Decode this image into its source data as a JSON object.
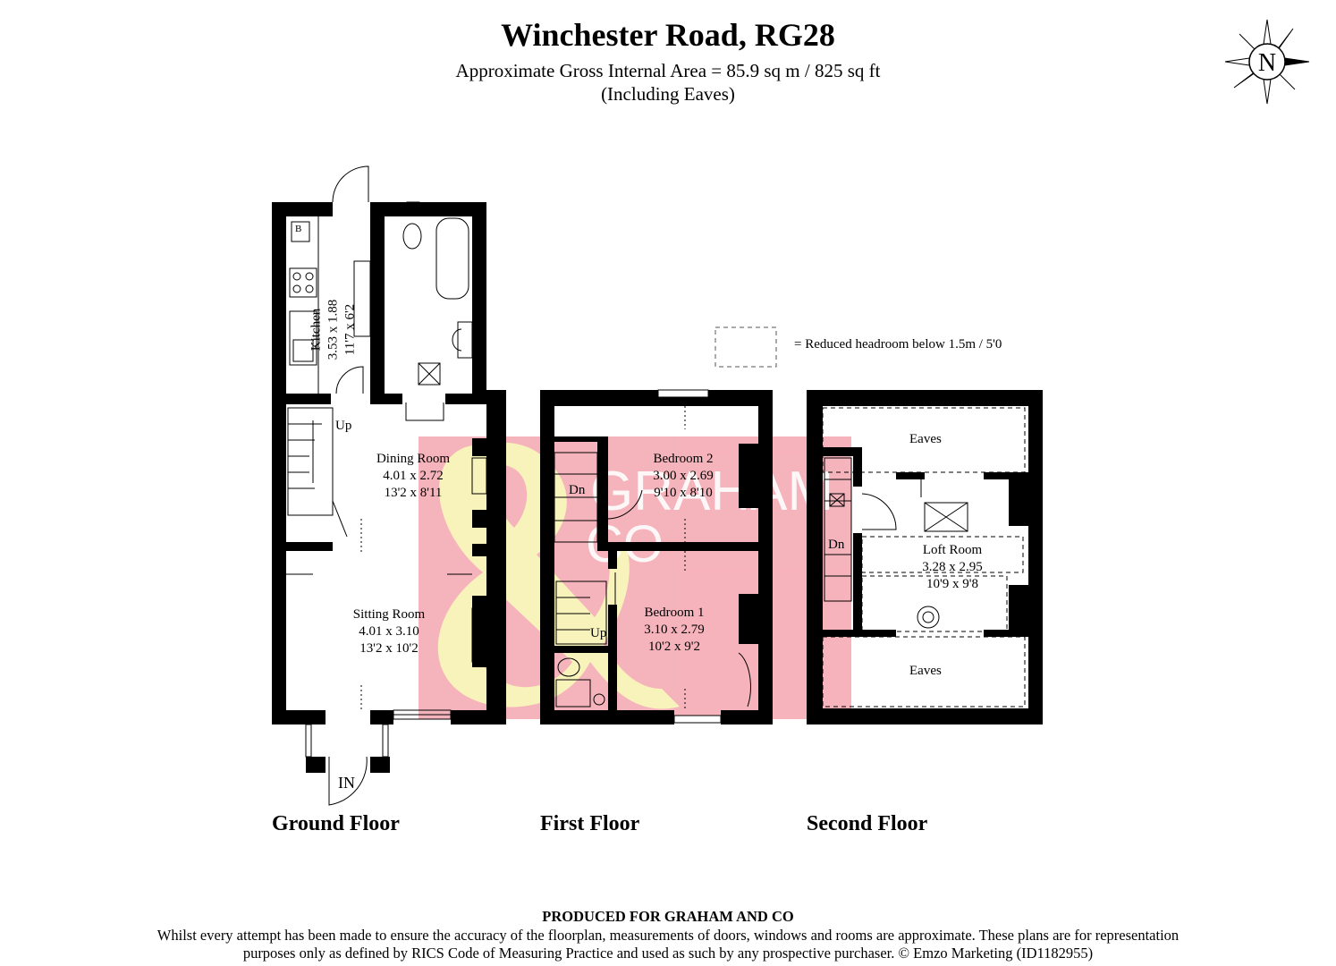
{
  "header": {
    "title": "Winchester Road, RG28",
    "area_line": "Approximate Gross Internal Area = 85.9 sq m / 825 sq ft",
    "area_note": "(Including Eaves)"
  },
  "compass": {
    "label": "N",
    "icon": "north-compass-icon"
  },
  "legend": {
    "text": "=   Reduced headroom below 1.5m / 5'0"
  },
  "floors": {
    "ground": {
      "label": "Ground Floor",
      "kitchen": {
        "name": "Kitchen",
        "metric": "3.53 x 1.88",
        "imperial": "11'7 x 6'2"
      },
      "dining": {
        "name": "Dining Room",
        "metric": "4.01 x 2.72",
        "imperial": "13'2 x 8'11"
      },
      "sitting": {
        "name": "Sitting Room",
        "metric": "4.01 x 3.10",
        "imperial": "13'2 x 10'2"
      },
      "boiler": "B",
      "stairs": "Up",
      "entrance": "IN"
    },
    "first": {
      "label": "First Floor",
      "bedroom2": {
        "name": "Bedroom 2",
        "metric": "3.00 x 2.69",
        "imperial": "9'10 x 8'10"
      },
      "bedroom1": {
        "name": "Bedroom 1",
        "metric": "3.10 x 2.79",
        "imperial": "10'2 x 9'2"
      },
      "stairs_down": "Dn",
      "stairs_up": "Up"
    },
    "second": {
      "label": "Second Floor",
      "eaves_top": "Eaves",
      "eaves_bottom": "Eaves",
      "loft": {
        "name": "Loft Room",
        "metric": "3.28 x 2.95",
        "imperial": "10'9 x 9'8"
      },
      "stairs_down": "Dn"
    }
  },
  "watermark": {
    "line1": "GRAHAM",
    "line2": "CO",
    "colors": {
      "pink": "#f4a6b0",
      "yellow": "#f7f0b0"
    }
  },
  "footer": {
    "produced": "PRODUCED FOR GRAHAM AND CO",
    "line1": "Whilst every attempt has been made to ensure the accuracy of the floorplan, measurements of doors, windows and rooms are approximate. These plans are for representation",
    "line2": "purposes only as defined by RICS Code of Measuring Practice and used as such by any prospective purchaser. © Emzo Marketing  (ID1182955)"
  }
}
